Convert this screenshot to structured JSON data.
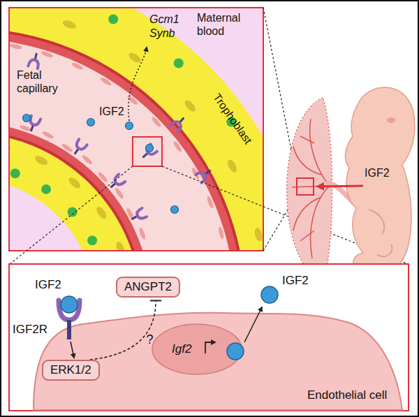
{
  "diagram": {
    "nodes": [
      {
        "text": [
          "ANGPT2"
        ]
      },
      {
        "text": [
          "ERK1/2"
        ]
      }
    ],
    "edges": [
      {
        "from": 1,
        "to": 0,
        "arrow": "to",
        "label": "?"
      }
    ],
    "labels": [
      "Maternal blood",
      "Gcm1",
      "Synb",
      "Fetal capillary",
      "IGF2",
      "Trophoblast",
      "IGF2",
      "IGF2",
      "IGF2R",
      "Igf2",
      "IGF2",
      "Endothelial cell"
    ]
  }
}
